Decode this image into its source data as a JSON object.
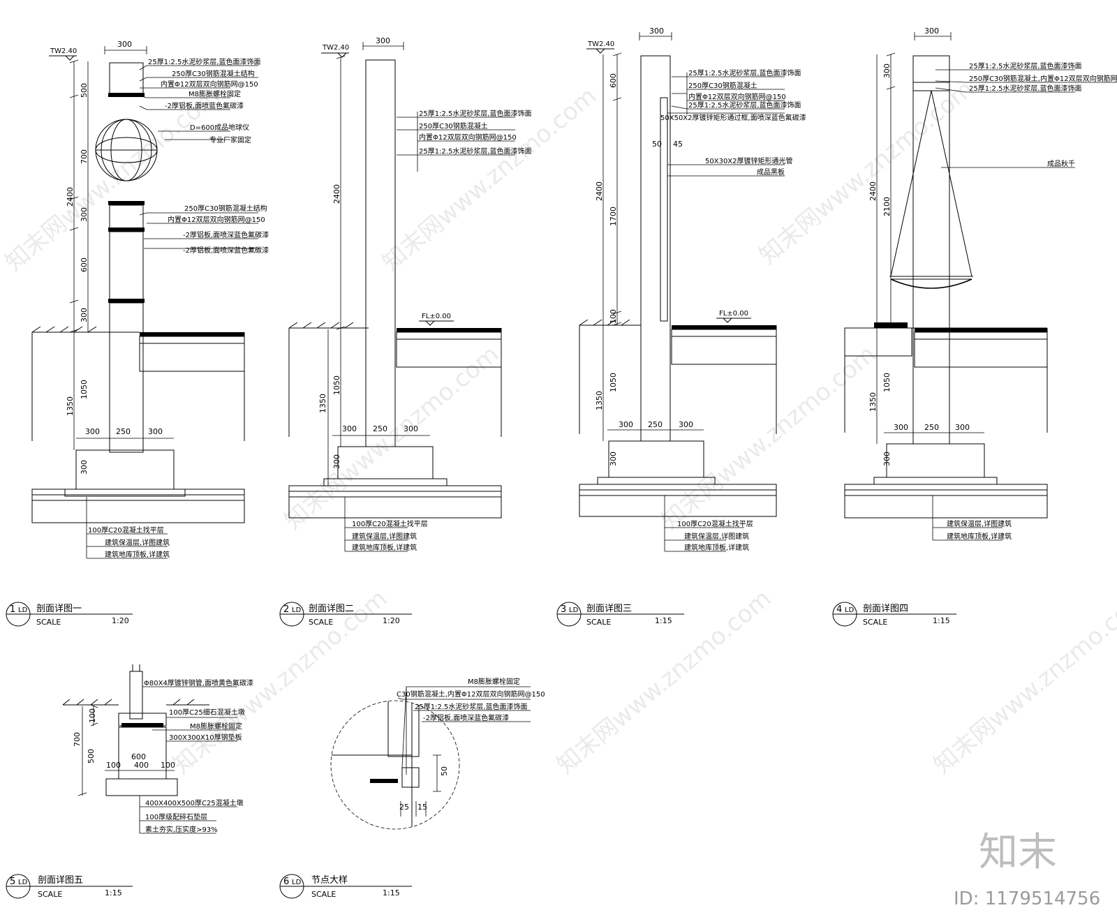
{
  "watermark": {
    "text": "知末网www.znzmo.com",
    "brand": "知末",
    "id": "ID: 1179514756"
  },
  "detail1": {
    "tw": "TW2.40",
    "dims": {
      "top": "300",
      "d500": "500",
      "d700": "700",
      "d300a": "300",
      "d600": "600",
      "d300b": "300",
      "total": "2400",
      "d1050": "1050",
      "d1350": "1350",
      "f1": "300",
      "f2": "250",
      "f3": "300",
      "fh": "300"
    },
    "notes": [
      "25厚1:2.5水泥砂浆层,蓝色面漆饰面",
      "250厚C30钢筋混凝土结构",
      "内置Φ12双层双向钢筋网@150",
      "M8膨胀螺栓固定",
      "-2厚铝板,面喷蓝色氟碳漆",
      "D=600成品地球仪",
      "专业厂家固定",
      "250厚C30钢筋混凝土结构",
      "内置Φ12双层双向钢筋网@150",
      "-2厚铝板,面喷深蓝色氟碳漆",
      "-2厚铝板,面喷深蓝色氟碳漆"
    ],
    "bottom_notes": [
      "100厚C20混凝土找平层",
      "建筑保温层,详图建筑",
      "建筑地库顶板,详建筑"
    ],
    "title": {
      "num": "1",
      "ref": "LD",
      "name": "剖面详图一",
      "scale_label": "SCALE",
      "scale": "1:20"
    }
  },
  "detail2": {
    "tw": "TW2.40",
    "fl": "FL±0.00",
    "dims": {
      "top": "300",
      "total": "2400",
      "d1050": "1050",
      "d1350": "1350",
      "f1": "300",
      "f2": "250",
      "f3": "300",
      "fh": "300"
    },
    "notes": [
      "25厚1:2.5水泥砂浆层,蓝色面漆饰面",
      "250厚C30钢筋混凝土",
      "内置Φ12双层双向钢筋网@150",
      "25厚1:2.5水泥砂浆层,蓝色面漆饰面"
    ],
    "bottom_notes": [
      "100厚C20混凝土找平层",
      "建筑保温层,详图建筑",
      "建筑地库顶板,详建筑"
    ],
    "title": {
      "num": "2",
      "ref": "LD",
      "name": "剖面详图二",
      "scale_label": "SCALE",
      "scale": "1:20"
    }
  },
  "detail3": {
    "tw": "TW2.40",
    "fl": "FL±0.00",
    "dims": {
      "top": "300",
      "d600": "600",
      "d1700": "1700",
      "d100": "100",
      "total": "2400",
      "d50": "50",
      "d45": "45",
      "d1050": "1050",
      "d1350": "1350",
      "f1": "300",
      "f2": "250",
      "f3": "300",
      "fh": "300"
    },
    "notes": [
      "25厚1:2.5水泥砂浆层,蓝色面漆饰面",
      "250厚C30钢筋混凝土",
      "内置Φ12双层双向钢筋网@150",
      "25厚1:2.5水泥砂浆层,蓝色面漆饰面",
      "50X50X2厚镀锌矩形通过框,面喷深蓝色氟碳漆",
      "50X30X2厚镀锌矩形通光管",
      "成品黑板"
    ],
    "bottom_notes": [
      "100厚C20混凝土找平层",
      "建筑保温层,详图建筑",
      "建筑地库顶板,详建筑"
    ],
    "title": {
      "num": "3",
      "ref": "LD",
      "name": "剖面详图三",
      "scale_label": "SCALE",
      "scale": "1:15"
    }
  },
  "detail4": {
    "dims": {
      "top": "300",
      "d300": "300",
      "d2100": "2100",
      "total": "2400",
      "d1050": "1050",
      "d1350": "1350",
      "f1": "300",
      "f2": "250",
      "f3": "300",
      "fh": "300"
    },
    "notes": [
      "25厚1:2.5水泥砂浆层,蓝色面漆饰面",
      "250厚C30钢筋混凝土,内置Φ12双层双向钢筋网@150",
      "25厚1:2.5水泥砂浆层,蓝色面漆饰面",
      "成品秋千"
    ],
    "bottom_notes": [
      "建筑保温层,详图建筑",
      "建筑地库顶板,详建筑"
    ],
    "title": {
      "num": "4",
      "ref": "LD",
      "name": "剖面详图四",
      "scale_label": "SCALE",
      "scale": "1:15"
    }
  },
  "detail5": {
    "dims": {
      "d100": "100",
      "d700": "700",
      "d500": "500",
      "d600": "600",
      "f1": "100",
      "f2": "400",
      "f3": "100"
    },
    "notes": [
      "Φ80X4厚镀锌钢管,面喷黄色氟碳漆",
      "100厚C25细石混凝土墩",
      "M8膨胀螺栓固定",
      "300X300X10厚钢垫板"
    ],
    "bottom_notes": [
      "400X400X500厚C25混凝土墩",
      "100厚级配碎石垫层",
      "素土夯实,压实度>93%"
    ],
    "title": {
      "num": "5",
      "ref": "LD",
      "name": "剖面详图五",
      "scale_label": "SCALE",
      "scale": "1:15"
    }
  },
  "detail6": {
    "dims": {
      "d50": "50",
      "d25": "25",
      "d15": "15"
    },
    "notes": [
      "M8膨胀螺栓固定",
      "C30钢筋混凝土,内置Φ12双层双向钢筋网@150",
      "25厚1:2.5水泥砂浆层,蓝色面漆饰面",
      "-2厚铝板,面喷深蓝色氟碳漆"
    ],
    "title": {
      "num": "6",
      "ref": "LD",
      "name": "节点大样",
      "scale_label": "SCALE",
      "scale": "1:15"
    }
  }
}
